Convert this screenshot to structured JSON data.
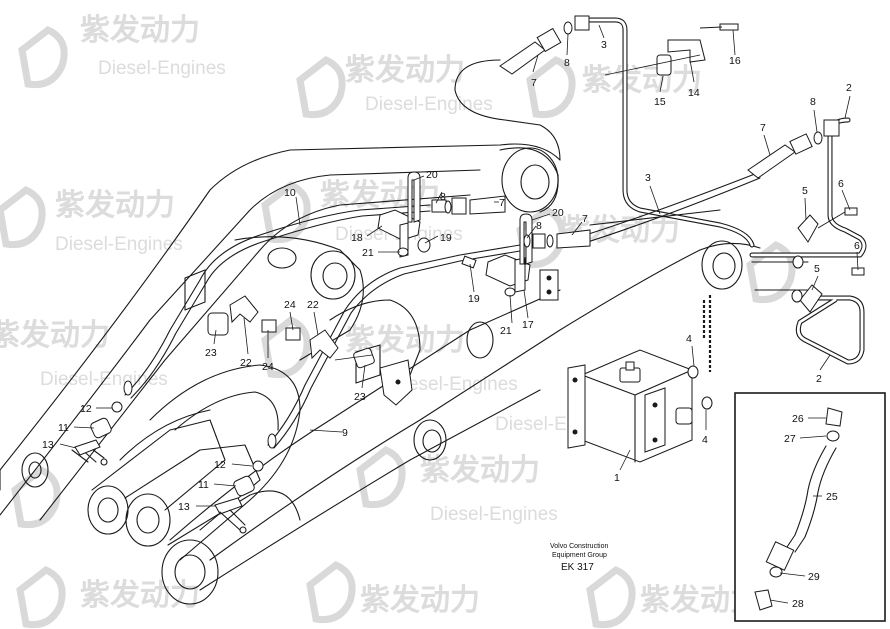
{
  "watermark": {
    "brand_cn": "紫发动力",
    "brand_en": "Diesel-Engines"
  },
  "caption": {
    "company_line1": "Volvo Construction",
    "company_line2": "Equipment Group",
    "code": "EK 317"
  },
  "callouts": [
    "1",
    "2",
    "3",
    "4",
    "5",
    "6",
    "7",
    "8",
    "9",
    "10",
    "11",
    "12",
    "13",
    "14",
    "15",
    "16",
    "17",
    "18",
    "19",
    "20",
    "21",
    "22",
    "23",
    "24",
    "25",
    "26",
    "27",
    "28",
    "29"
  ]
}
